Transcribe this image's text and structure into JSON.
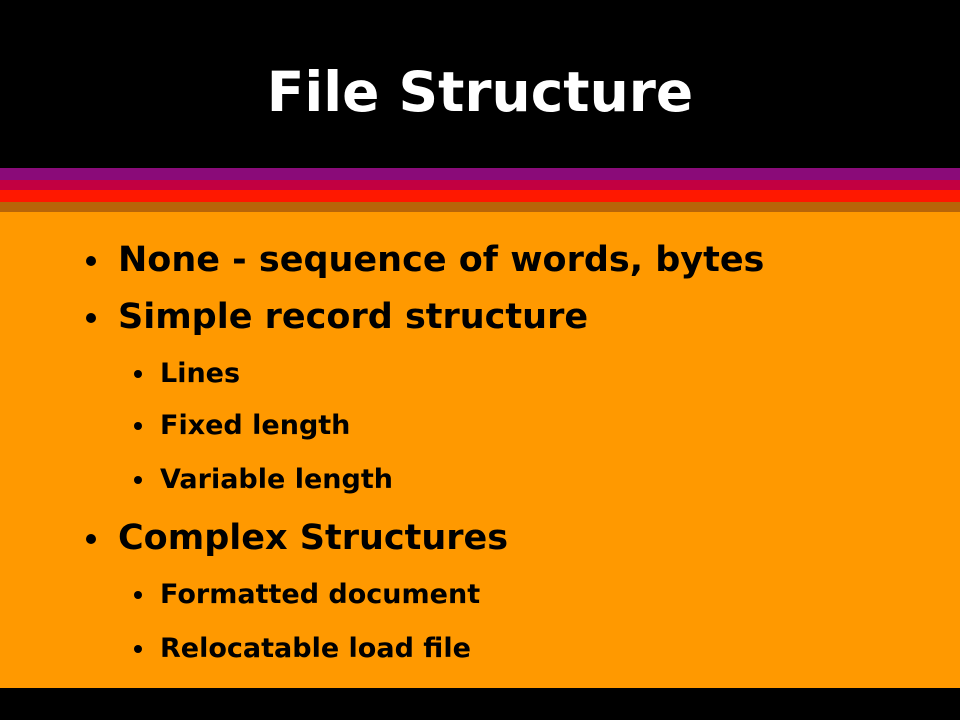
{
  "slide": {
    "title": "File Structure",
    "colors": {
      "background": "#000000",
      "content": "#ff9900",
      "title_text": "#ffffff",
      "stripes": [
        "#8a0b79",
        "#c20041",
        "#ff1800",
        "#b86508"
      ]
    },
    "bullets": [
      {
        "level": 1,
        "text": "None - sequence of words, bytes"
      },
      {
        "level": 1,
        "text": "Simple record structure"
      },
      {
        "level": 2,
        "text": "Lines"
      },
      {
        "level": 2,
        "text": "Fixed length"
      },
      {
        "level": 2,
        "text": "Variable length"
      },
      {
        "level": 1,
        "text": "Complex Structures"
      },
      {
        "level": 2,
        "text": "Formatted document"
      },
      {
        "level": 2,
        "text": "Relocatable load file"
      }
    ]
  }
}
